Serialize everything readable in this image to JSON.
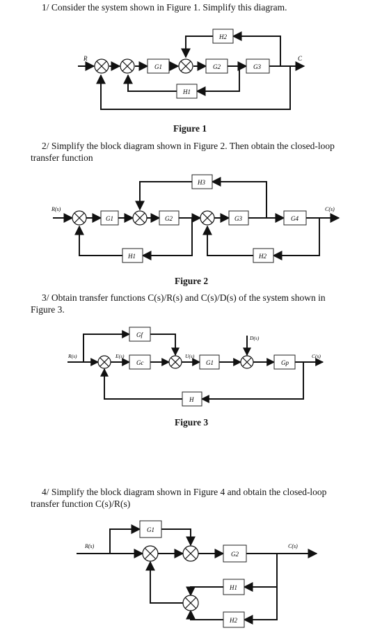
{
  "q1": {
    "text": "1/ Consider the system shown in Figure 1. Simplify this diagram.",
    "caption": "Figure 1",
    "labels": {
      "r": "R",
      "c": "C",
      "g1": "G1",
      "g2": "G2",
      "g3": "G3",
      "h1": "H1",
      "h2": "H2"
    }
  },
  "q2": {
    "text_line1": "2/ Simplify the block diagram shown in Figure 2. Then obtain the closed-loop",
    "text_line2": "transfer function",
    "caption": "Figure 2",
    "labels": {
      "r": "R(s)",
      "c": "C(s)",
      "g1": "G1",
      "g2": "G2",
      "g3": "G3",
      "g4": "G4",
      "h1": "H1",
      "h2": "H2",
      "h3": "H3"
    }
  },
  "q3": {
    "text_line1": "3/ Obtain transfer functions C(s)/R(s) and C(s)/D(s) of the system shown in",
    "text_line2": "Figure 3.",
    "caption": "Figure 3",
    "labels": {
      "r": "R(s)",
      "e": "E(s)",
      "u": "U(s)",
      "d": "D(s)",
      "c": "C(s)",
      "gf": "Gf",
      "gc": "Gc",
      "g1": "G1",
      "gp": "Gp",
      "h": "H"
    }
  },
  "q4": {
    "text_line1": "4/ Simplify the block diagram shown in Figure 4 and obtain the closed-loop",
    "text_line2": "transfer function C(s)/R(s)",
    "labels": {
      "r": "R(s)",
      "c": "C(s)",
      "g1": "G1",
      "g2": "G2",
      "h1": "H1",
      "h2": "H2"
    }
  }
}
